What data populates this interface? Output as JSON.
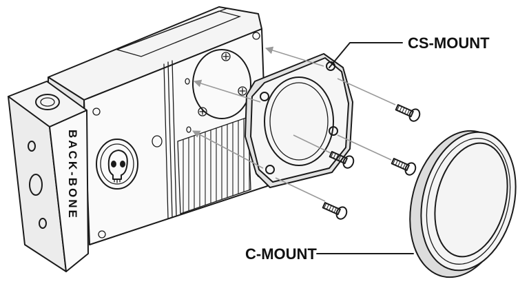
{
  "callouts": {
    "cs_mount": "CS-MOUNT",
    "c_mount": "C-MOUNT"
  },
  "camera": {
    "brand_text": "BACK-BONE"
  },
  "colors": {
    "line": "#1a1a1a",
    "arrow": "#9a9a9a",
    "shade_light": "#f4f4f4",
    "shade_mid": "#dedede",
    "background": "#ffffff"
  },
  "icons": {
    "skull_logo": "skull-icon"
  }
}
